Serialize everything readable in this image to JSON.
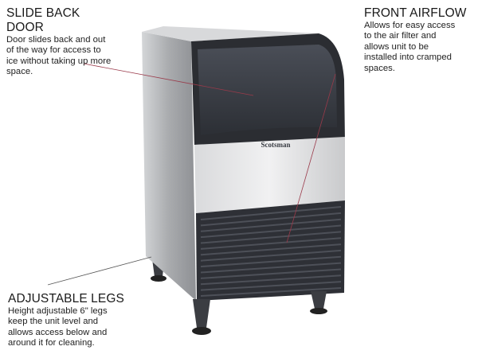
{
  "product": {
    "brand_logo": "Scotsman"
  },
  "callouts": {
    "door": {
      "title": "SLIDE BACK DOOR",
      "lines": [
        "Door slides back and out",
        "of the way for access to",
        "ice without taking up more",
        "space."
      ]
    },
    "airflow": {
      "title": "FRONT AIRFLOW",
      "lines": [
        "Allows for easy access",
        "to the air filter and",
        "allows unit to be",
        "installed into cramped",
        "spaces."
      ]
    },
    "legs": {
      "title": "ADJUSTABLE LEGS",
      "lines": [
        "Height adjustable 6\" legs",
        "keep the unit level and",
        "allows access below and",
        "around it for cleaning."
      ]
    }
  },
  "colors": {
    "leader_line": "#9a3a4a",
    "body_steel": "#b9bbbe",
    "panel_dark": "#3a3d44"
  }
}
